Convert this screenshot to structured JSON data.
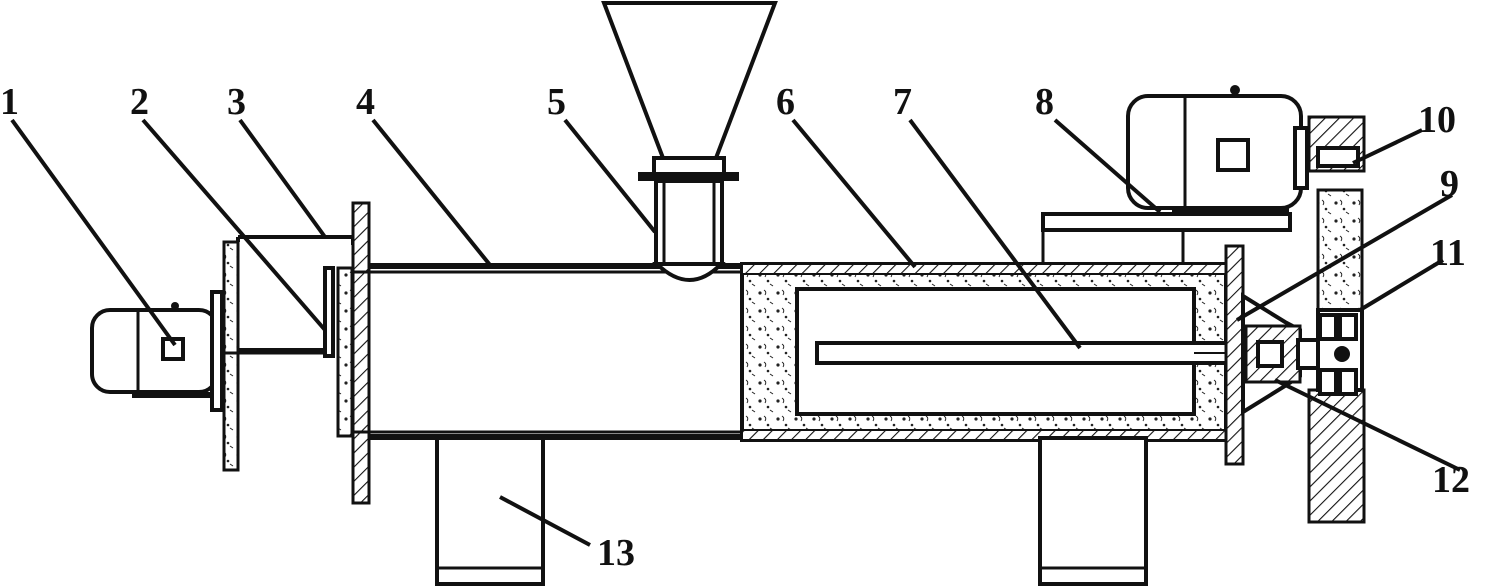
{
  "labels": {
    "l1": "1",
    "l2": "2",
    "l3": "3",
    "l4": "4",
    "l5": "5",
    "l6": "6",
    "l7": "7",
    "l8": "8",
    "l9": "9",
    "l10": "10",
    "l11": "11",
    "l12": "12",
    "l13": "13"
  },
  "colors": {
    "stroke": "#111111",
    "background": "#ffffff"
  }
}
